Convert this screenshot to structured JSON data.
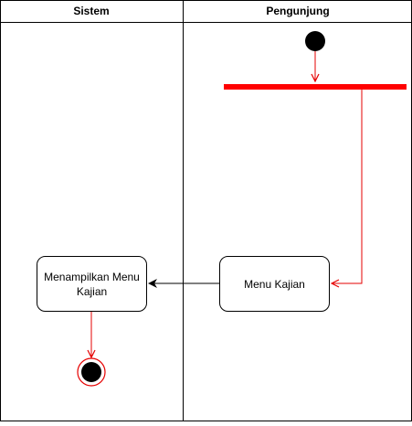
{
  "lanes": [
    {
      "title": "Sistem"
    },
    {
      "title": "Pengunjung"
    }
  ],
  "nodes": {
    "menu_kajian": {
      "label": "Menu Kajian"
    },
    "menampilkan": {
      "label": "Menampilkan Menu Kajian"
    }
  },
  "colors": {
    "flow": "#e60000",
    "fork_bar": "#ff0000",
    "arrow_black": "#000000",
    "border": "#000000",
    "start_fill": "#000000",
    "end_ring": "#e60000"
  },
  "icons": {
    "start": "filled-circle",
    "end": "bullseye-circle"
  }
}
